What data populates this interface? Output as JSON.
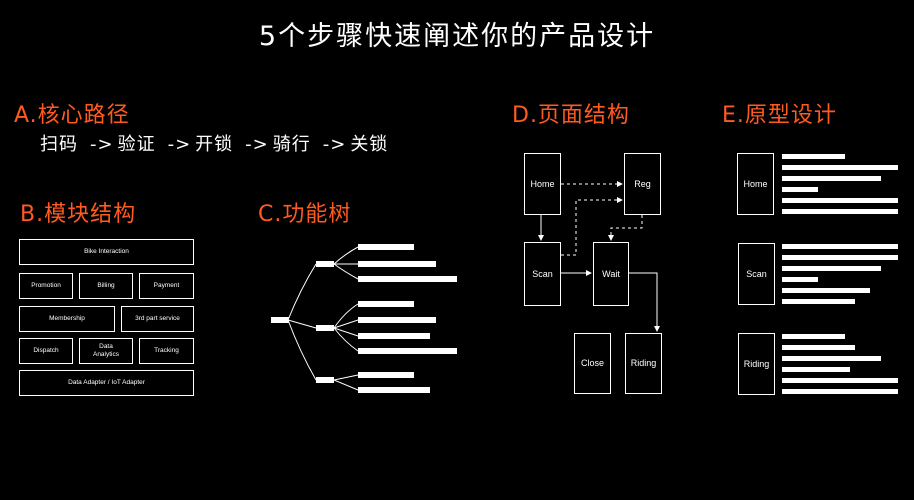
{
  "title": "5个步骤快速阐述你的产品设计",
  "sections": {
    "a": "A.核心路径",
    "b": "B.模块结构",
    "c": "C.功能树",
    "d": "D.页面结构",
    "e": "E.原型设计"
  },
  "core_path": {
    "steps": [
      "扫码",
      "验证",
      "开锁",
      "骑行",
      "关锁"
    ],
    "arrow": "->"
  },
  "modules": {
    "bike_interaction": "Bike Interaction",
    "promotion": "Promotion",
    "billing": "Billing",
    "payment": "Payment",
    "membership": "Membership",
    "third_party": "3rd part service",
    "dispatch": "Dispatch",
    "data_analytics": "Data Analytics",
    "tracking": "Tracking",
    "data_adapter": "Data Adapter / IoT Adapter"
  },
  "pages": {
    "home": "Home",
    "reg": "Reg",
    "scan": "Scan",
    "wait": "Wait",
    "close": "Close",
    "riding": "Riding"
  },
  "prototype": {
    "home": "Home",
    "scan": "Scan",
    "riding": "Riding"
  }
}
